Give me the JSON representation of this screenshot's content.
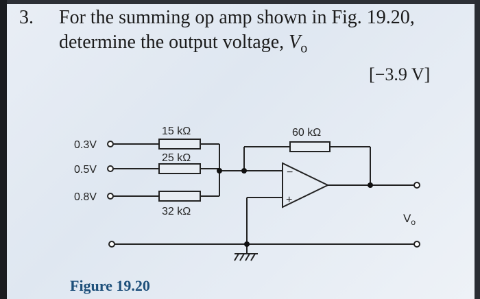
{
  "question": {
    "number": "3.",
    "line1": "For the summing op amp shown in Fig. 19.20,",
    "line2_prefix": "determine the output voltage, ",
    "var_main": "V",
    "var_sub": "o",
    "answer": "[−3.9 V]"
  },
  "circuit": {
    "inputs": [
      "0.3V",
      "0.5V",
      "0.8V"
    ],
    "resistors": [
      "15 kΩ",
      "25 kΩ",
      "32 kΩ",
      "60 kΩ"
    ],
    "opamp_minus": "−",
    "opamp_plus": "+",
    "output_label_main": "V",
    "output_label_sub": "o"
  },
  "caption": "Figure 19.20"
}
